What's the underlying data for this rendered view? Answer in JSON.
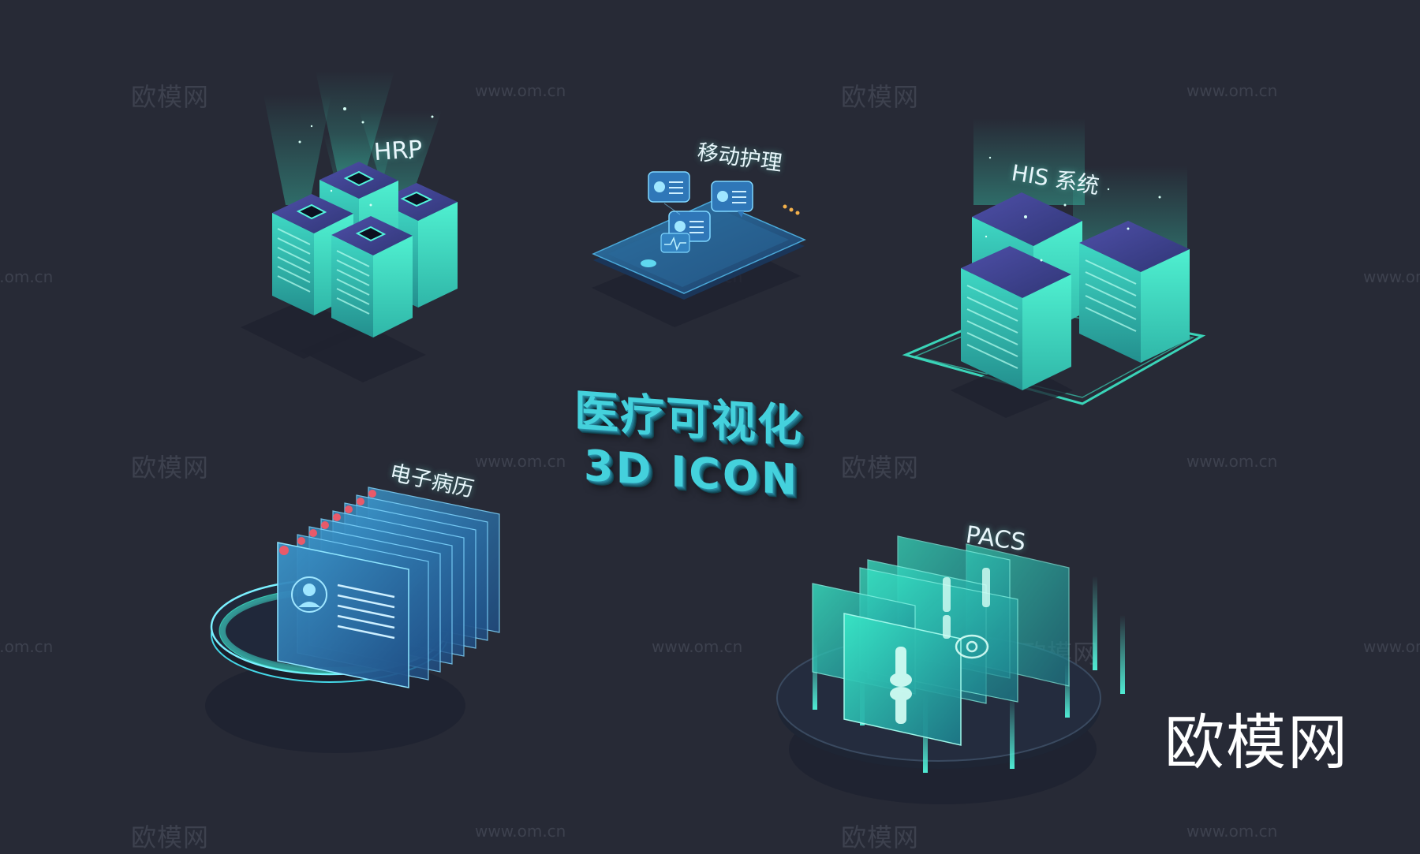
{
  "title": {
    "line1": "医疗可视化",
    "line2": "3D ICON"
  },
  "icons": [
    {
      "label": "HRP"
    },
    {
      "label": "移动护理"
    },
    {
      "label": "HIS 系统"
    },
    {
      "label": "电子病历"
    },
    {
      "label": "PACS"
    }
  ],
  "watermarks": {
    "brand": "欧模网",
    "url": "www.om.cn"
  },
  "colors": {
    "background": "#272a36",
    "accent": "#3de7c6",
    "glow": "#52f5dc",
    "panel": "#2f6f9a",
    "title": "#44d1dc"
  }
}
